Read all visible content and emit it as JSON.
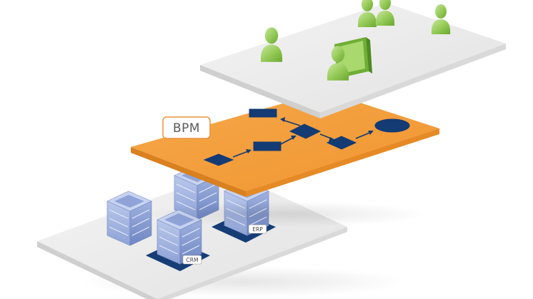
{
  "layers": {
    "top": {
      "name": "people-layer",
      "color": "#ececec"
    },
    "middle": {
      "name": "process-layer",
      "color": "#f39b35",
      "label": "BPM"
    },
    "bottom": {
      "name": "systems-layer",
      "color": "#ececec"
    }
  },
  "systems": {
    "erp_label": "ERP",
    "crm_label": "CRM"
  },
  "icons": {
    "person": "person-icon",
    "screen": "monitor-icon",
    "building": "office-building-icon"
  },
  "colors": {
    "process_shape": "#143b73",
    "person_green": "#8cc63f",
    "building_blue": "#7f94c8"
  }
}
